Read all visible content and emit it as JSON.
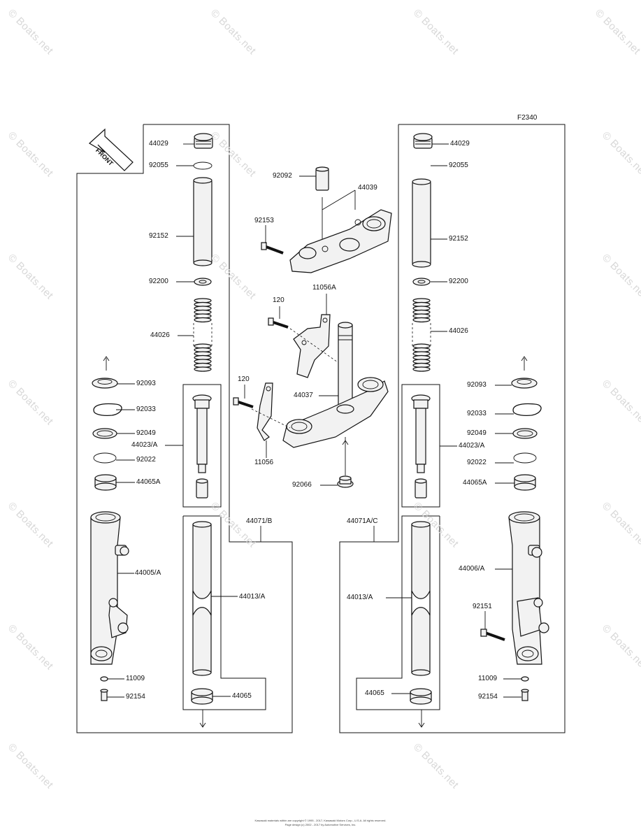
{
  "figure_code": "F2340",
  "front_label": "FRONT",
  "watermark": "© Boats.net",
  "copyright": {
    "line1": "Kawasaki materials within are copyright © 1995 - 2017, Kawasaki Motors Corp., U.S.A. All rights reserved.",
    "line2": "Page design (c) 2002 - 2017 by Automotive Services, Inc."
  },
  "parts_left": {
    "p44029": "44029",
    "p92055": "92055",
    "p92152": "92152",
    "p92200": "92200",
    "p44026": "44026",
    "p92093": "92093",
    "p92033": "92033",
    "p92049": "92049",
    "p44023": "44023/A",
    "p92022": "92022",
    "p44065A": "44065A",
    "p44071": "44071/B",
    "p44005": "44005/A",
    "p44013": "44013/A",
    "p11009": "11009",
    "p92154": "92154",
    "p44065": "44065"
  },
  "parts_center": {
    "p92092": "92092",
    "p44039": "44039",
    "p92153": "92153",
    "p11056A": "11056A",
    "p120a": "120",
    "p120b": "120",
    "p44037": "44037",
    "p11056": "11056",
    "p92066": "92066"
  },
  "parts_right": {
    "p44029": "44029",
    "p92055": "92055",
    "p92152": "92152",
    "p92200": "92200",
    "p44026": "44026",
    "p92093": "92093",
    "p92033": "92033",
    "p92049": "92049",
    "p44023": "44023/A",
    "p92022": "92022",
    "p44065A": "44065A",
    "p44071": "44071A/C",
    "p44006": "44006/A",
    "p44013": "44013/A",
    "p92151": "92151",
    "p11009": "11009",
    "p92154": "92154",
    "p44065": "44065"
  }
}
